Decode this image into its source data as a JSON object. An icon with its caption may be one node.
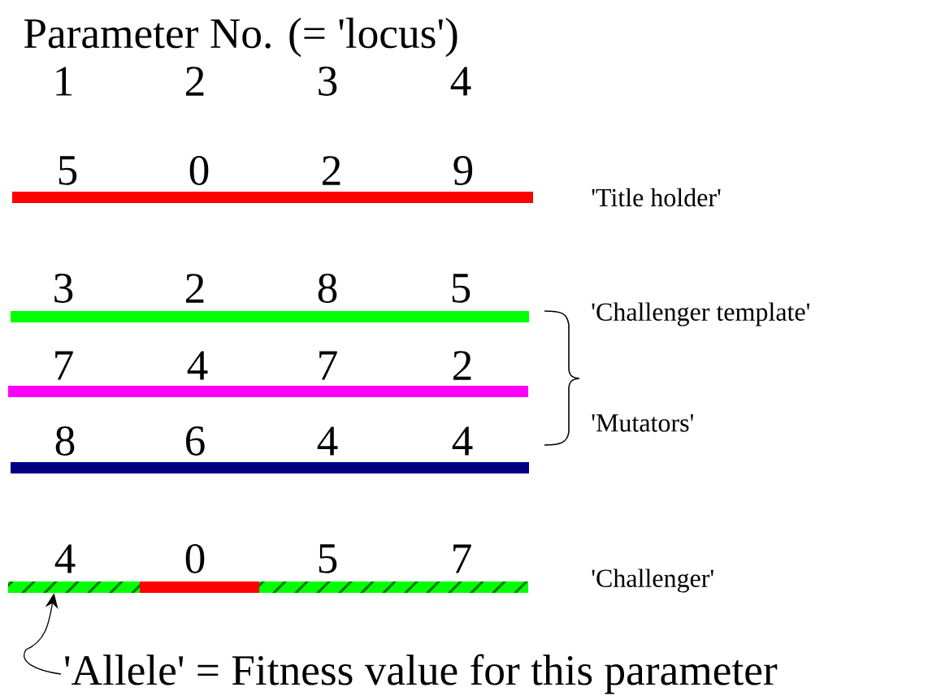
{
  "diagram": {
    "title": "Parameter No.  (= 'locus')",
    "nodes": [
      {
        "text": [],
        "shape": "bar"
      },
      {
        "text": [],
        "shape": "bar"
      },
      {
        "text": [],
        "shape": "bar"
      },
      {
        "text": [],
        "shape": "bar"
      },
      {
        "text": [],
        "shape": "bar"
      },
      {
        "text": [],
        "shape": "bar"
      },
      {
        "text": [],
        "shape": "bar"
      },
      {
        "text": [
          "'Allele' = Fitness value for this parameter"
        ]
      }
    ],
    "edges": [
      {
        "from": 7,
        "to": 4,
        "arrow": "to"
      }
    ],
    "labels": [
      "1",
      "2",
      "3",
      "4",
      "5",
      "0",
      "2",
      "9",
      "'Title holder'",
      "3",
      "2",
      "8",
      "5",
      "'Challenger template'",
      "7",
      "4",
      "7",
      "2",
      "'Mutators'",
      "8",
      "6",
      "4",
      "4",
      "4",
      "0",
      "5",
      "7",
      "'Challenger'"
    ]
  }
}
